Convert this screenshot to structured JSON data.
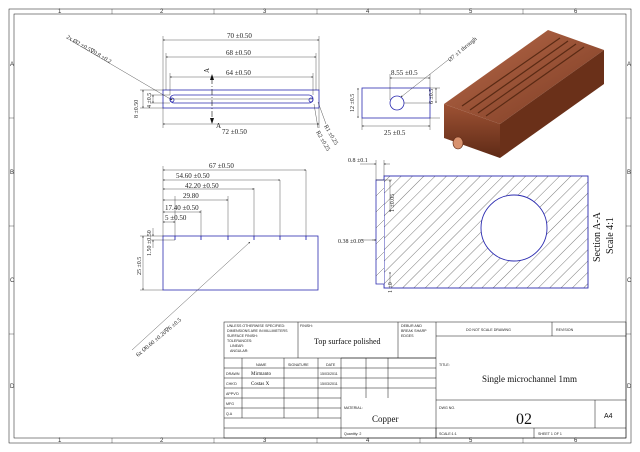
{
  "zones": {
    "columns": [
      "1",
      "2",
      "3",
      "4",
      "5",
      "6"
    ],
    "rows": [
      "A",
      "B",
      "C",
      "D"
    ]
  },
  "top_view": {
    "dims": {
      "d70": "70 ±0.50",
      "d68": "68 ±0.50",
      "d64": "64 ±0.50",
      "d72": "72 ±0.50",
      "d8": "8 ±0.50",
      "d4": "4 ±0.5",
      "holes": "2x  Ø2 ±0.5∇0.8 ±0.2",
      "r1": "R1 ±0.25",
      "r2": "R2 ±0.25",
      "sectionA": "A"
    }
  },
  "end_view": {
    "dims": {
      "d855": "8.55 ±0.5",
      "d12": "12 ±0.5",
      "d6": "6 ±0.5",
      "d25": "25 ±0.5",
      "hole": "Ø7 ±1  through"
    }
  },
  "front_view": {
    "dims": {
      "d67": "67 ±0.50",
      "d5460": "54.60 ±0.50",
      "d4220": "42.20 ±0.50",
      "d2980": "29.80",
      "d1740": "17.40 ±0.50",
      "d5": "5 ±0.50",
      "d150": "1.50 ±0.50",
      "d25": "25 ±0.5",
      "holes": "6x  Ø0.60 ±0.20∇6 ±0.5"
    }
  },
  "section_view": {
    "dims": {
      "d08": "0.8 ±0.1",
      "d1": "1 ±0.05",
      "d038": "0.38 ±0.03",
      "d1b": "1 ±0"
    },
    "label": "Section A-A",
    "scale": "Scale 4:1"
  },
  "title_block": {
    "general_notes": [
      "UNLESS OTHERWISE SPECIFIED:",
      "DIMENSIONS ARE IN MILLIMETERS",
      "SURFACE FINISH:",
      "TOLERANCES:",
      "LINEAR:",
      "ANGULAR:"
    ],
    "finish_label": "FINISH:",
    "finish_value": "Top surface polished",
    "deburr": [
      "DEBUR AND",
      "BREAK SHARP",
      "EDGES"
    ],
    "do_not_scale": "DO NOT SCALE DRAWING",
    "revision_label": "REVISION",
    "headers": {
      "name": "NAME",
      "signature": "SIGNATURE",
      "date": "DATE"
    },
    "rows": [
      {
        "role": "DRAWN",
        "name": "Mirmanto",
        "date": "15/03/2011"
      },
      {
        "role": "CHK'D",
        "name": "Costas X",
        "date": "15/03/2011"
      },
      {
        "role": "APPV'D",
        "name": "",
        "date": ""
      },
      {
        "role": "MFG",
        "name": "",
        "date": ""
      },
      {
        "role": "Q.A",
        "name": "",
        "date": ""
      }
    ],
    "title_label": "TITLE:",
    "title_value": "Single microchannel 1mm",
    "material_label": "MATERIAL:",
    "material_value": "Copper",
    "dwg_label": "DWG NO.",
    "dwg_value": "02",
    "size": "A4",
    "quantity": "Quantity: 2",
    "scale": "SCALE:1:1",
    "sheet": "SHEET 1 OF 1"
  }
}
